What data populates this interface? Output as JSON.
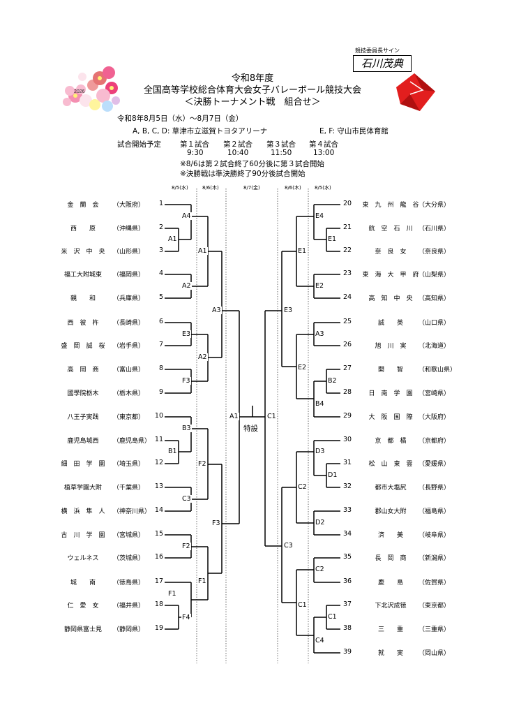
{
  "header": {
    "sign_label": "競技委員長サイン",
    "sign_name": "石川茂典",
    "year_badge": "2026",
    "title1": "令和8年度",
    "title2": "全国高等学校総合体育大会女子バレーボール競技大会",
    "title3": "＜決勝トーナメント戦　組合せ＞",
    "dates": "令和8年8月5日（水）～8月7日（金）",
    "venue_abcd": "A, B, C, D: 草津市立滋賀トヨタアリーナ",
    "venue_ef": "E, F: 守山市民体育館",
    "schedule_label": "試合開始予定",
    "matches": [
      "第１試合",
      "第２試合",
      "第３試合",
      "第４試合"
    ],
    "times": [
      "9:30",
      "10:40",
      "11:50",
      "13:00"
    ],
    "note1": "※8/6は第２試合終了60分後に第３試合開始",
    "note2": "※決勝戦は準決勝終了90分後試合開始"
  },
  "days": {
    "left1": "8/5(水)",
    "left2": "8/6(木)",
    "final": "8/7(金)",
    "right2": "8/6(木)",
    "right1": "8/5(水)"
  },
  "left_teams": [
    {
      "num": "1",
      "name": "金　蘭　会",
      "pref": "（大阪府）"
    },
    {
      "num": "2",
      "name": "西　　原",
      "pref": "（沖縄県）"
    },
    {
      "num": "3",
      "name": "米　沢　中　央",
      "pref": "（山形県）"
    },
    {
      "num": "4",
      "name": "福工大附城東",
      "pref": "（福岡県）"
    },
    {
      "num": "5",
      "name": "親　　和",
      "pref": "（兵庫県）"
    },
    {
      "num": "6",
      "name": "西　彼　杵",
      "pref": "（長崎県）"
    },
    {
      "num": "7",
      "name": "盛　岡　誠　桜",
      "pref": "（岩手県）"
    },
    {
      "num": "8",
      "name": "高　岡　商",
      "pref": "（富山県）"
    },
    {
      "num": "9",
      "name": "國學院栃木",
      "pref": "（栃木県）"
    },
    {
      "num": "10",
      "name": "八王子実践",
      "pref": "（東京都）"
    },
    {
      "num": "11",
      "name": "鹿児島城西",
      "pref": "（鹿児島県）"
    },
    {
      "num": "12",
      "name": "細　田　学　園",
      "pref": "（埼玉県）"
    },
    {
      "num": "13",
      "name": "植草学園大附",
      "pref": "（千葉県）"
    },
    {
      "num": "14",
      "name": "横　浜　隼　人",
      "pref": "（神奈川県）"
    },
    {
      "num": "15",
      "name": "古　川　学　園",
      "pref": "（宮城県）"
    },
    {
      "num": "16",
      "name": "ウェルネス",
      "pref": "（茨城県）"
    },
    {
      "num": "17",
      "name": "城　　南",
      "pref": "（徳島県）"
    },
    {
      "num": "18",
      "name": "仁　愛　女",
      "pref": "（福井県）"
    },
    {
      "num": "19",
      "name": "静岡県富士見",
      "pref": "（静岡県）"
    }
  ],
  "right_teams": [
    {
      "num": "20",
      "name": "東　九　州　龍　谷",
      "pref": "（大分県）"
    },
    {
      "num": "21",
      "name": "航　空　石　川",
      "pref": "（石川県）"
    },
    {
      "num": "22",
      "name": "奈　良　女",
      "pref": "（奈良県）"
    },
    {
      "num": "23",
      "name": "東　海　大　甲　府",
      "pref": "（山梨県）"
    },
    {
      "num": "24",
      "name": "高　知　中　央",
      "pref": "（高知県）"
    },
    {
      "num": "25",
      "name": "誠　　英",
      "pref": "（山口県）"
    },
    {
      "num": "26",
      "name": "旭　川　実",
      "pref": "（北海道）"
    },
    {
      "num": "27",
      "name": "開　　智",
      "pref": "（和歌山県）"
    },
    {
      "num": "28",
      "name": "日　南　学　園",
      "pref": "（宮崎県）"
    },
    {
      "num": "29",
      "name": "大　阪　国　際",
      "pref": "（大阪府）"
    },
    {
      "num": "30",
      "name": "京　都　橘",
      "pref": "（京都府）"
    },
    {
      "num": "31",
      "name": "松　山　東　雲",
      "pref": "（愛媛県）"
    },
    {
      "num": "32",
      "name": "都市大塩尻",
      "pref": "（長野県）"
    },
    {
      "num": "33",
      "name": "郡山女大附",
      "pref": "（福島県）"
    },
    {
      "num": "34",
      "name": "済　　美",
      "pref": "（岐阜県）"
    },
    {
      "num": "35",
      "name": "長　岡　商",
      "pref": "（新潟県）"
    },
    {
      "num": "36",
      "name": "鹿　　島",
      "pref": "（佐賀県）"
    },
    {
      "num": "37",
      "name": "下北沢成徳",
      "pref": "（東京都）"
    },
    {
      "num": "38",
      "name": "三　　重",
      "pref": "（三重県）"
    },
    {
      "num": "39",
      "name": "就　　実",
      "pref": "（岡山県）"
    }
  ],
  "court_labels": {
    "L_A4": "A4",
    "L_A1a": "A1",
    "L_A2a": "A2",
    "L_E3": "E3",
    "L_F3": "F3",
    "L_B3": "B3",
    "L_B1": "B1",
    "L_C3": "C3",
    "L_F2a": "F2",
    "L_F1a": "F1",
    "L_F4": "F4",
    "L_A1b": "A1",
    "L_A2b": "A2",
    "L_F2b": "F2",
    "L_F1b": "F1",
    "L_A3": "A3",
    "L_F3b": "F3",
    "L_A1c": "A1",
    "R_E4": "E4",
    "R_E1a": "E1",
    "R_E2a": "E2",
    "R_A3": "A3",
    "R_B2": "B2",
    "R_B4": "B4",
    "R_D3": "D3",
    "R_D1": "D1",
    "R_D2": "D2",
    "R_C2a": "C2",
    "R_C1a": "C1",
    "R_C4": "C4",
    "R_E1b": "E1",
    "R_E2b": "E2",
    "R_C2b": "C2",
    "R_C1b": "C1",
    "R_E3": "E3",
    "R_C3": "C3",
    "R_C1c": "C1",
    "special": "特設"
  }
}
